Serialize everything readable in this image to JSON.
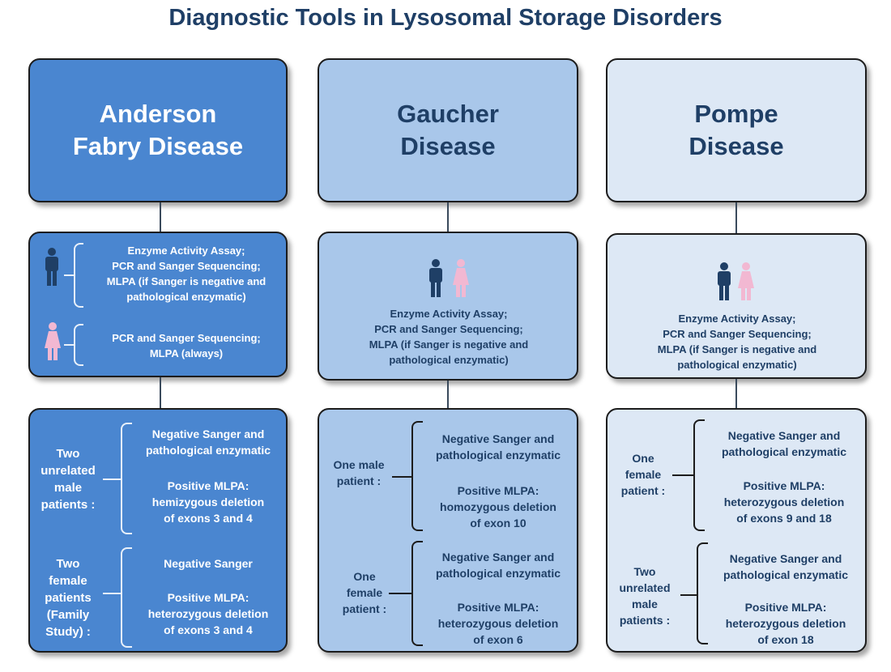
{
  "title": "Diagnostic Tools in Lysosomal Storage Disorders",
  "colors": {
    "fabry": "#4a86d0",
    "gaucher": "#a9c7ea",
    "pompe": "#dde8f5",
    "male": "#1f3f66",
    "female": "#f2b8d2"
  },
  "icons": {
    "male": "male-person-icon",
    "female": "female-person-icon"
  },
  "columns": [
    {
      "header": [
        "Anderson",
        "Fabry Disease"
      ],
      "tools": {
        "male": [
          "Enzyme Activity Assay;",
          "PCR and Sanger Sequencing;",
          "MLPA   (if Sanger is negative and",
          "pathological enzymatic)"
        ],
        "female": [
          "PCR and Sanger Sequencing;",
          "MLPA (always)"
        ]
      },
      "groups": [
        {
          "patients": [
            "Two",
            "unrelated",
            "male",
            "patients :"
          ],
          "finding1": [
            "Negative Sanger and",
            "pathological enzymatic"
          ],
          "finding2": [
            "Positive MLPA:",
            "hemizygous deletion",
            "of exons 3 and 4"
          ]
        },
        {
          "patients": [
            "Two",
            "female",
            "patients",
            "(Family",
            "Study) :"
          ],
          "finding1": [
            "Negative Sanger"
          ],
          "finding2": [
            "Positive MLPA:",
            "heterozygous deletion",
            "of exons 3 and 4"
          ]
        }
      ]
    },
    {
      "header": [
        "Gaucher",
        "Disease"
      ],
      "tools": [
        "Enzyme Activity Assay;",
        "PCR and Sanger Sequencing;",
        "MLPA   (if Sanger is negative and",
        "pathological enzymatic)"
      ],
      "groups": [
        {
          "patients": [
            "One male",
            "patient :"
          ],
          "finding1": [
            "Negative Sanger and",
            "pathological enzymatic"
          ],
          "finding2": [
            "Positive MLPA:",
            "homozygous deletion",
            "of exon 10"
          ]
        },
        {
          "patients": [
            "One",
            "female",
            "patient :"
          ],
          "finding1": [
            "Negative Sanger and",
            "pathological enzymatic"
          ],
          "finding2": [
            "Positive MLPA:",
            "heterozygous deletion",
            "of exon 6"
          ]
        }
      ]
    },
    {
      "header": [
        "Pompe",
        "Disease"
      ],
      "tools": [
        "Enzyme Activity Assay;",
        "PCR and Sanger Sequencing;",
        "MLPA   (if Sanger is negative and",
        "pathological enzymatic)"
      ],
      "groups": [
        {
          "patients": [
            "One",
            "female",
            "patient :"
          ],
          "finding1": [
            "Negative Sanger and",
            "pathological enzymatic"
          ],
          "finding2": [
            "Positive MLPA:",
            "heterozygous deletion",
            "of exons 9 and 18"
          ]
        },
        {
          "patients": [
            "Two",
            "unrelated",
            "male",
            "patients :"
          ],
          "finding1": [
            "Negative Sanger and",
            "pathological enzymatic"
          ],
          "finding2": [
            "Positive MLPA:",
            "heterozygous deletion",
            "of exon 18"
          ]
        }
      ]
    }
  ]
}
